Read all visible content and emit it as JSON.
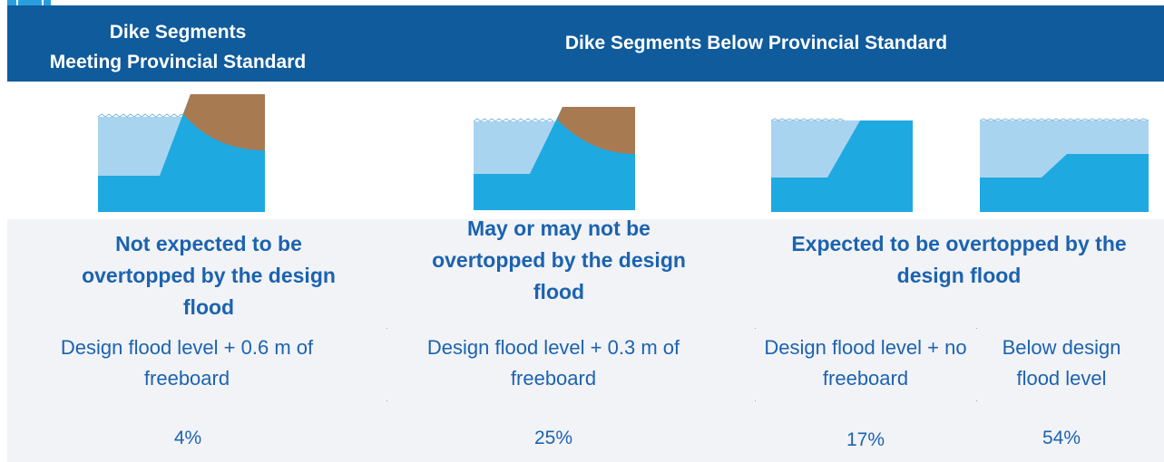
{
  "header": {
    "left_line1": "Dike Segments",
    "left_line2": "Meeting Provincial Standard",
    "right": "Dike Segments Below Provincial Standard"
  },
  "columns": [
    {
      "description": "Not expected to be overtopped by the design flood",
      "level": "Design flood level + 0.6 m of freeboard",
      "percent": "4%"
    },
    {
      "description": "May or may not be overtopped by the design flood",
      "level": "Design flood level + 0.3 m of freeboard",
      "percent": "25%"
    },
    {
      "description": "Expected to be overtopped by the design flood",
      "level": "Design flood level + no freeboard",
      "percent": "17%"
    },
    {
      "level": "Below design flood level",
      "percent": "54%"
    }
  ],
  "colors": {
    "header_bg": "#0f5b9c",
    "dike_blue": "#1ea9e1",
    "water_light": "#a9d4f0",
    "freeboard_brown": "#a77a52",
    "text_blue": "#1b63b0",
    "band_gray": "#f2f3f7"
  },
  "icons": [
    "dike-cross-section-freeboard-icon",
    "dike-cross-section-no-freeboard-icon"
  ]
}
